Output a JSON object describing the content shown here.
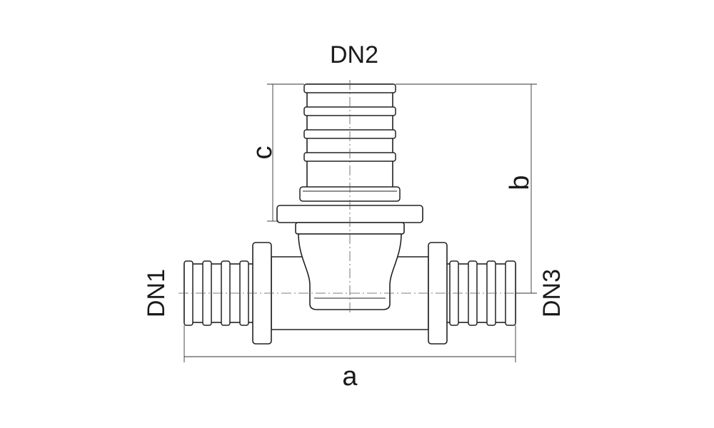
{
  "diagram": {
    "labels": {
      "dn1": "DN1",
      "dn2": "DN2",
      "dn3": "DN3",
      "dim_a": "a",
      "dim_b": "b",
      "dim_c": "c"
    },
    "line_color": "#222222",
    "background": "#ffffff"
  }
}
